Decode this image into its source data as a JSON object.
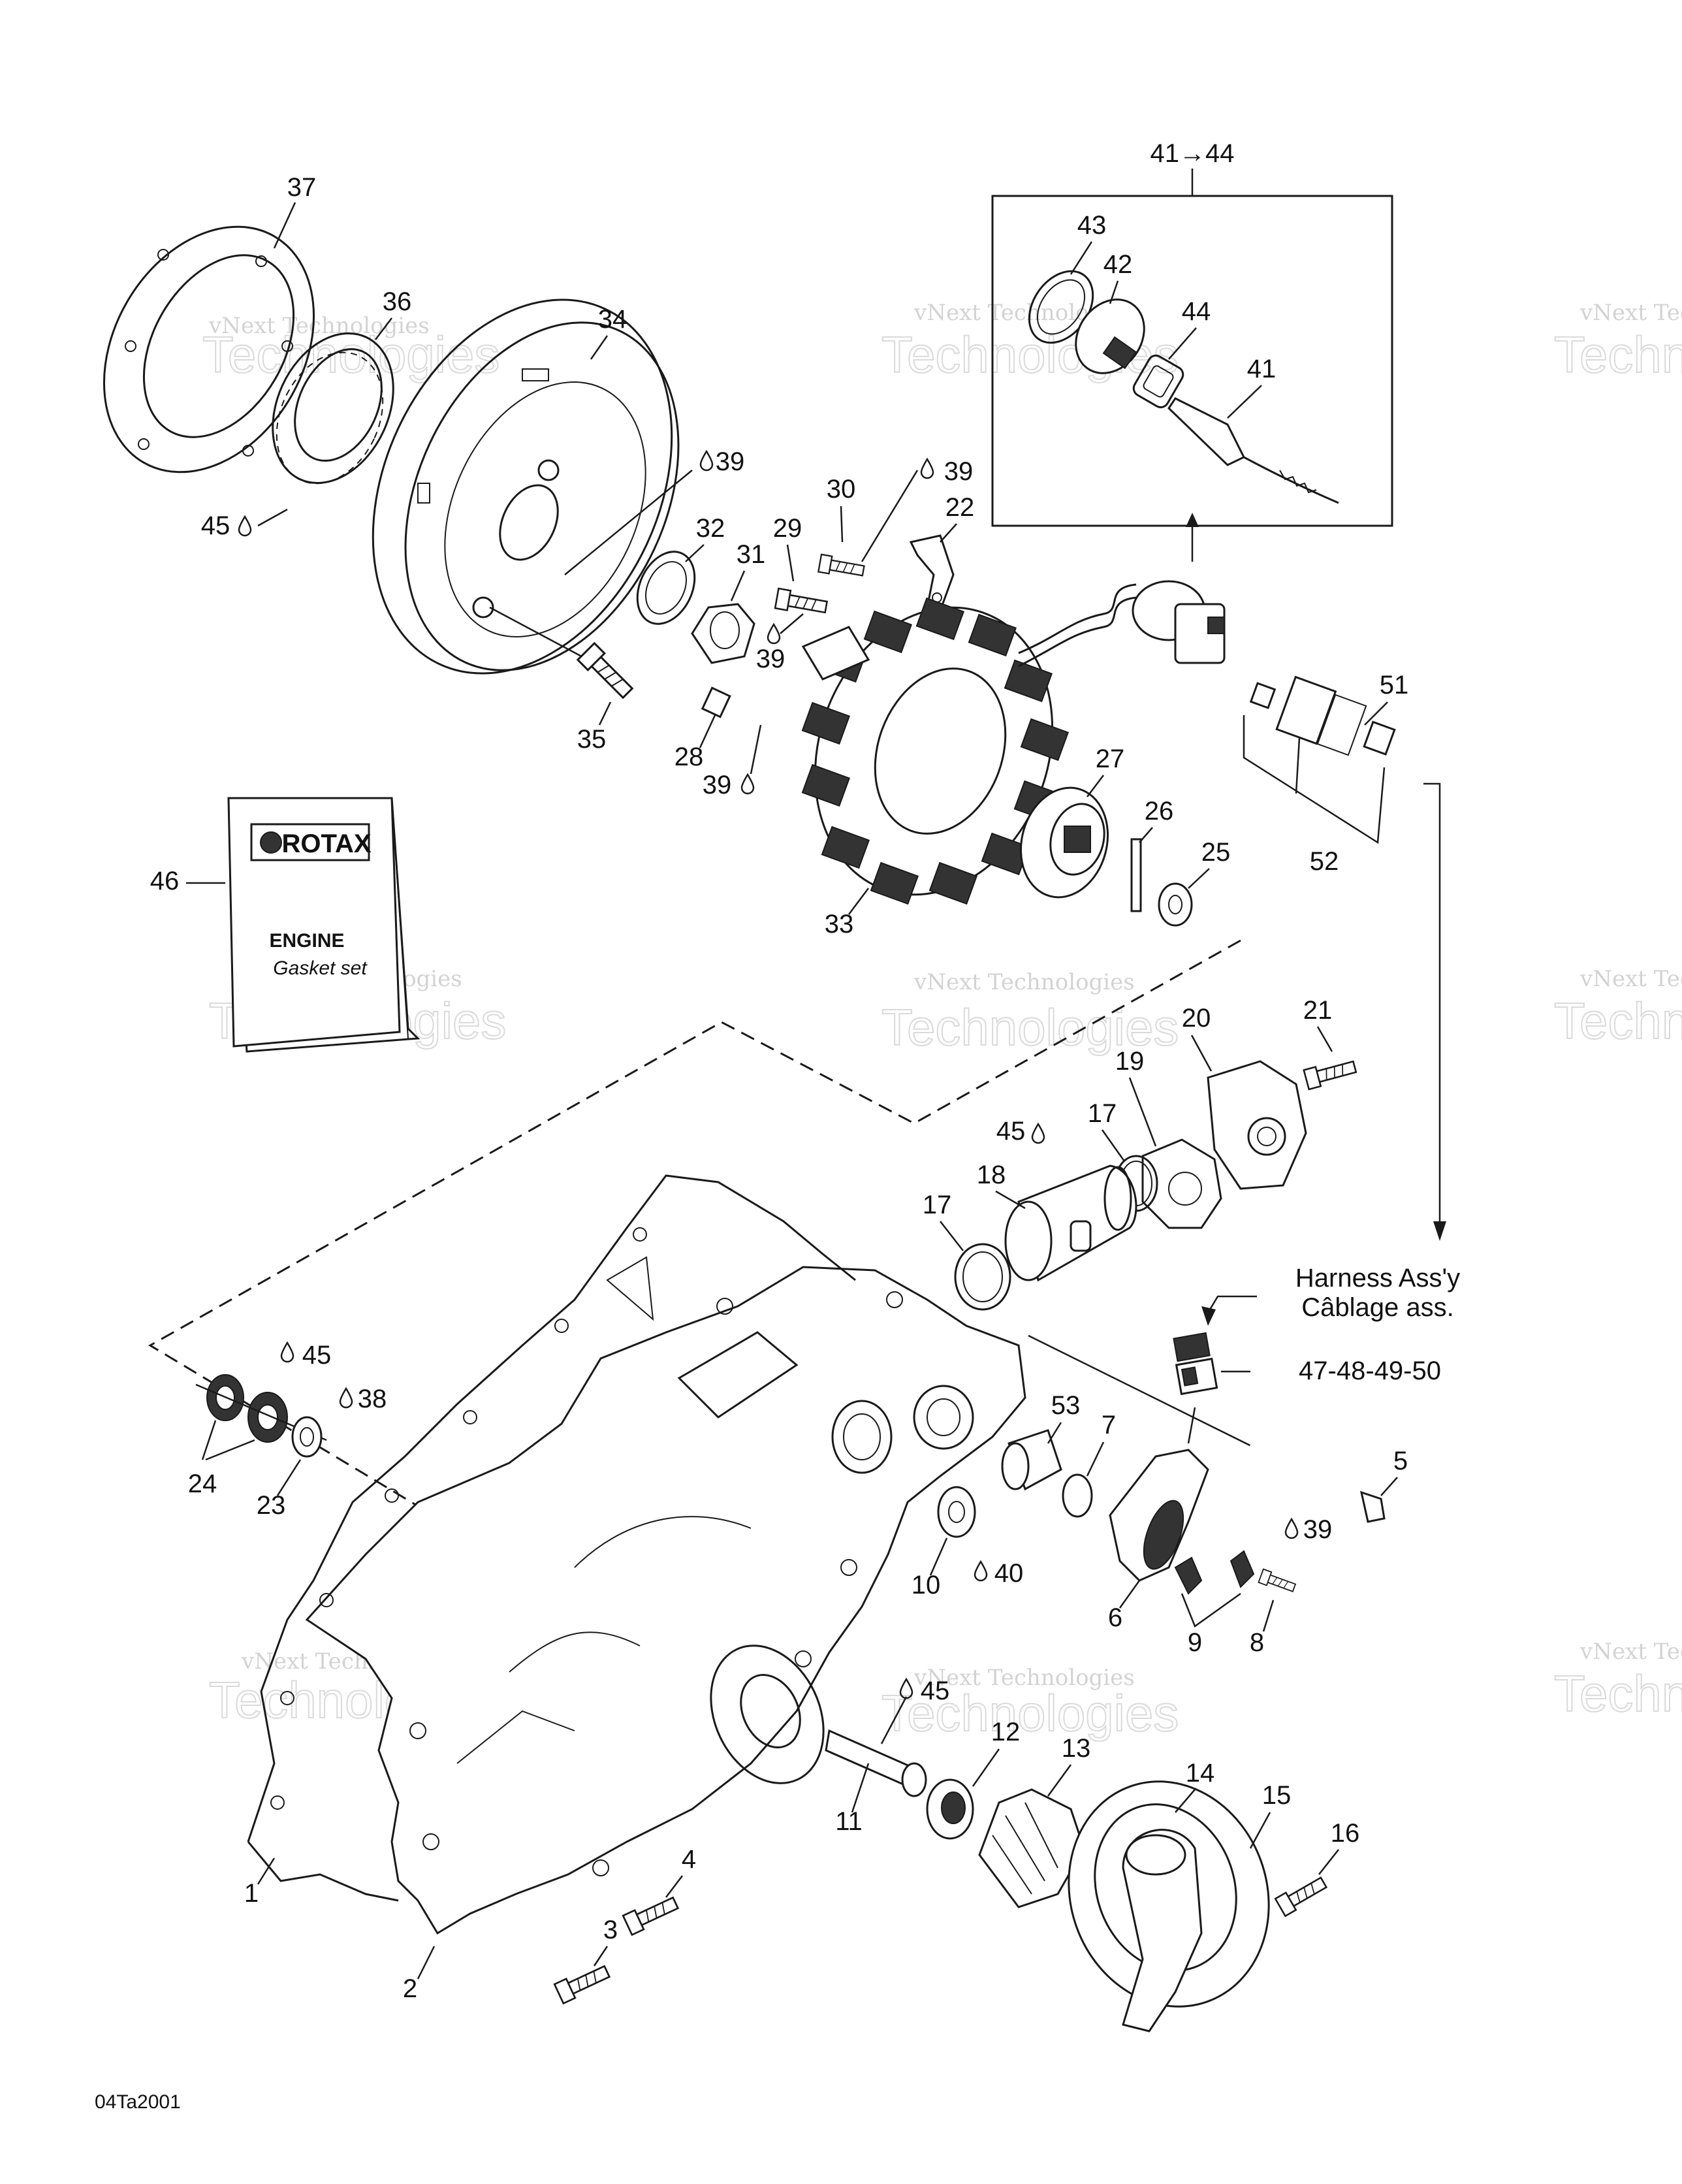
{
  "diagram_code": "04Ta2001",
  "kit_range_label": "41→44",
  "harness": {
    "line1": "Harness Ass'y",
    "line2": "Câblage ass.",
    "parts": "47-48-49-50"
  },
  "manual": {
    "brand": "ROTAX",
    "title": "ENGINE",
    "subtitle": "Gasket set"
  },
  "watermark": {
    "small": "vNext Technologies",
    "big": "Technologies",
    "top": "vNext"
  },
  "lube_label_39": "39",
  "lube_label_45": "45",
  "lube_label_38": "38",
  "lube_label_40": "40",
  "parts": {
    "p1": "1",
    "p2": "2",
    "p3": "3",
    "p4": "4",
    "p5": "5",
    "p6": "6",
    "p7": "7",
    "p8": "8",
    "p9": "9",
    "p10": "10",
    "p11": "11",
    "p12": "12",
    "p13": "13",
    "p14": "14",
    "p15": "15",
    "p16": "16",
    "p17a": "17",
    "p17b": "17",
    "p18": "18",
    "p19": "19",
    "p20": "20",
    "p21": "21",
    "p22": "22",
    "p23": "23",
    "p24": "24",
    "p25": "25",
    "p26": "26",
    "p27": "27",
    "p28": "28",
    "p29": "29",
    "p30": "30",
    "p31": "31",
    "p32": "32",
    "p33": "33",
    "p34": "34",
    "p35": "35",
    "p36": "36",
    "p37": "37",
    "p41": "41",
    "p42": "42",
    "p43": "43",
    "p44": "44",
    "p46": "46",
    "p51": "51",
    "p52": "52",
    "p53": "53"
  }
}
